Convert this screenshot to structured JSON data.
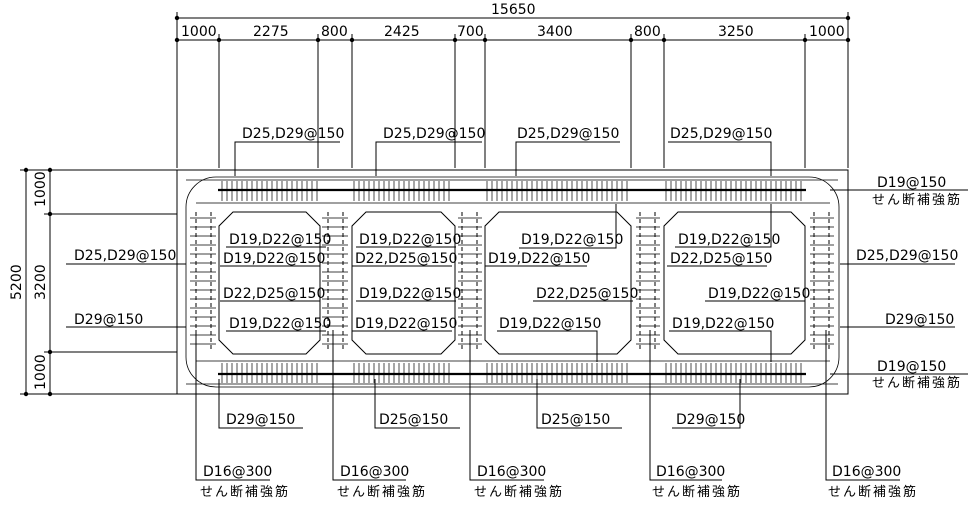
{
  "dimensions": {
    "total_width": "15650",
    "segments": [
      "1000",
      "2275",
      "800",
      "2425",
      "700",
      "3400",
      "800",
      "3250",
      "1000"
    ],
    "total_height": "5200",
    "vertical_segments": [
      "1000",
      "3200",
      "1000"
    ]
  },
  "top_labels": [
    "D25,D29@150",
    "D25,D29@150",
    "D25,D29@150",
    "D25,D29@150"
  ],
  "inner_labels": {
    "cell1": [
      "D19,D22@150",
      "D19,D22@150",
      "D22,D25@150",
      "D19,D22@150"
    ],
    "cell2": [
      "D19,D22@150",
      "D22,D25@150",
      "D19,D22@150",
      "D19,D22@150"
    ],
    "cell3": [
      "D19,D22@150",
      "D19,D22@150",
      "D22,D25@150",
      "D19,D22@150"
    ],
    "cell4": [
      "D19,D22@150",
      "D22,D25@150",
      "D19,D22@150",
      "D19,D22@150"
    ]
  },
  "left_labels": [
    "D25,D29@150",
    "D29@150"
  ],
  "right_labels": {
    "top_shear": "D19@150",
    "top_shear_note": "せん断補強筋",
    "mid": "D25,D29@150",
    "low": "D29@150",
    "bottom_shear": "D19@150",
    "bottom_shear_note": "せん断補強筋"
  },
  "bottom_labels": [
    "D29@150",
    "D25@150",
    "D25@150",
    "D29@150"
  ],
  "web_shear_labels": [
    {
      "text": "D16@300",
      "note": "せん断補強筋"
    },
    {
      "text": "D16@300",
      "note": "せん断補強筋"
    },
    {
      "text": "D16@300",
      "note": "せん断補強筋"
    },
    {
      "text": "D16@300",
      "note": "せん断補強筋"
    },
    {
      "text": "D16@300",
      "note": "せん断補強筋"
    }
  ]
}
